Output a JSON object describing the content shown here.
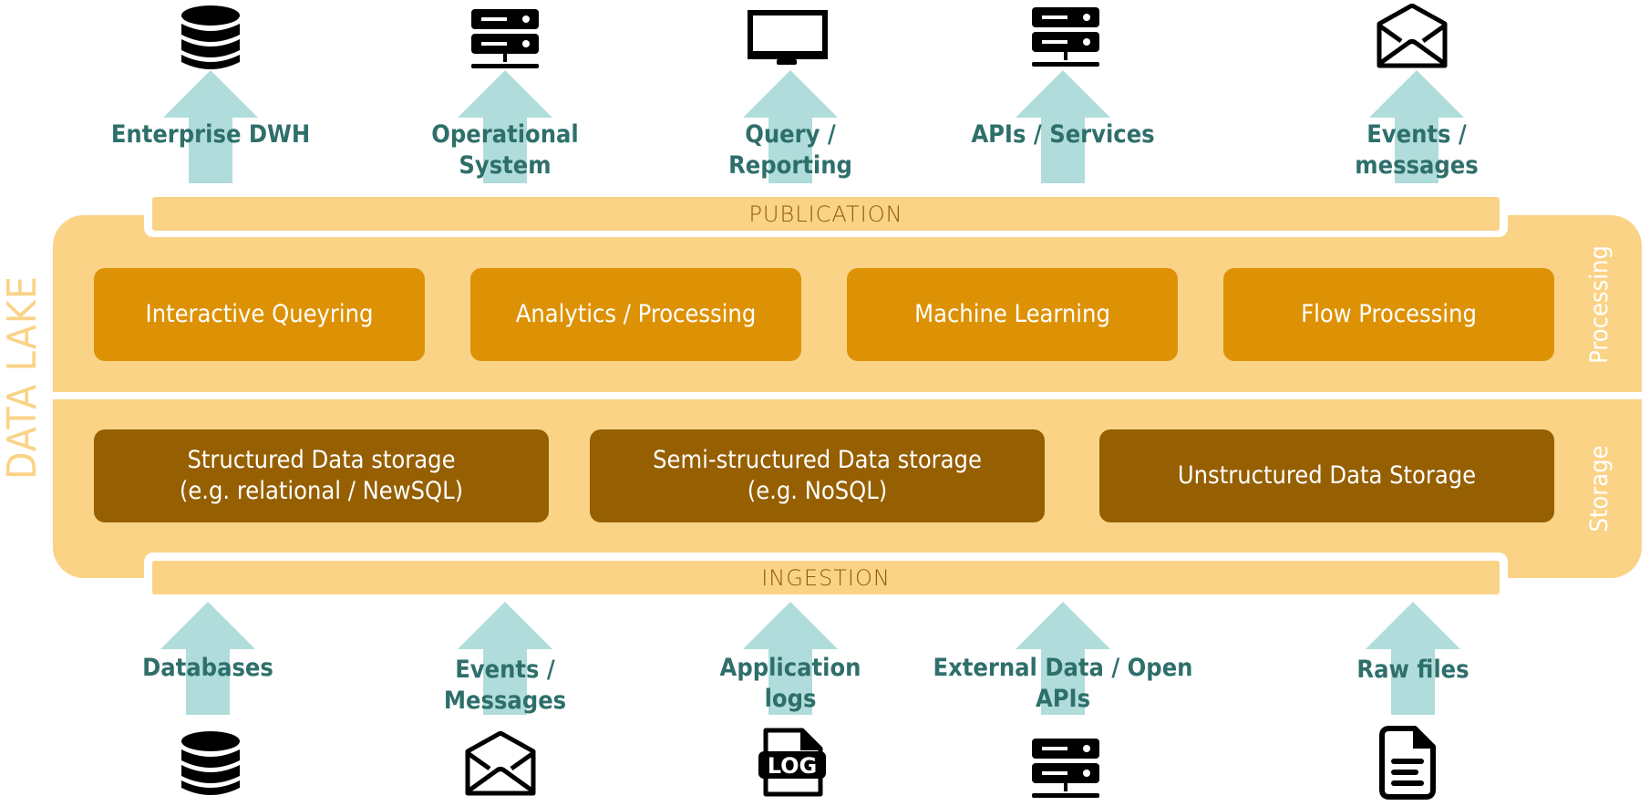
{
  "diagram": {
    "title": "DATA LAKE",
    "colors": {
      "lake": "#fad387",
      "processing_box": "#dd9205",
      "storage_box": "#955f02",
      "arrow": "#b0dddb",
      "label_text": "#2e6f6b",
      "bar_text": "#8f5b06"
    },
    "publication": {
      "label": "PUBLICATION",
      "destinations": [
        {
          "label": "Enterprise DWH",
          "icon": "database-icon"
        },
        {
          "label": "Operational\nSystem",
          "icon": "server-icon"
        },
        {
          "label": "Query /\nReporting",
          "icon": "monitor-icon"
        },
        {
          "label": "APIs / Services",
          "icon": "server-icon"
        },
        {
          "label": "Events /\nmessages",
          "icon": "envelope-open-icon"
        }
      ]
    },
    "layers": {
      "processing": {
        "label": "Processing",
        "items": [
          "Interactive Queyring",
          "Analytics / Processing",
          "Machine Learning",
          "Flow Processing"
        ]
      },
      "storage": {
        "label": "Storage",
        "items": [
          "Structured Data storage\n(e.g. relational / NewSQL)",
          "Semi-structured  Data storage\n(e.g. NoSQL)",
          "Unstructured Data Storage"
        ]
      }
    },
    "ingestion": {
      "label": "INGESTION",
      "sources": [
        {
          "label": "Databases",
          "icon": "database-icon"
        },
        {
          "label": "Events /\nMessages",
          "icon": "envelope-open-icon"
        },
        {
          "label": "Application\nlogs",
          "icon": "log-file-icon"
        },
        {
          "label": "External Data / Open\nAPIs",
          "icon": "server-icon"
        },
        {
          "label": "Raw files",
          "icon": "document-icon"
        }
      ]
    }
  }
}
